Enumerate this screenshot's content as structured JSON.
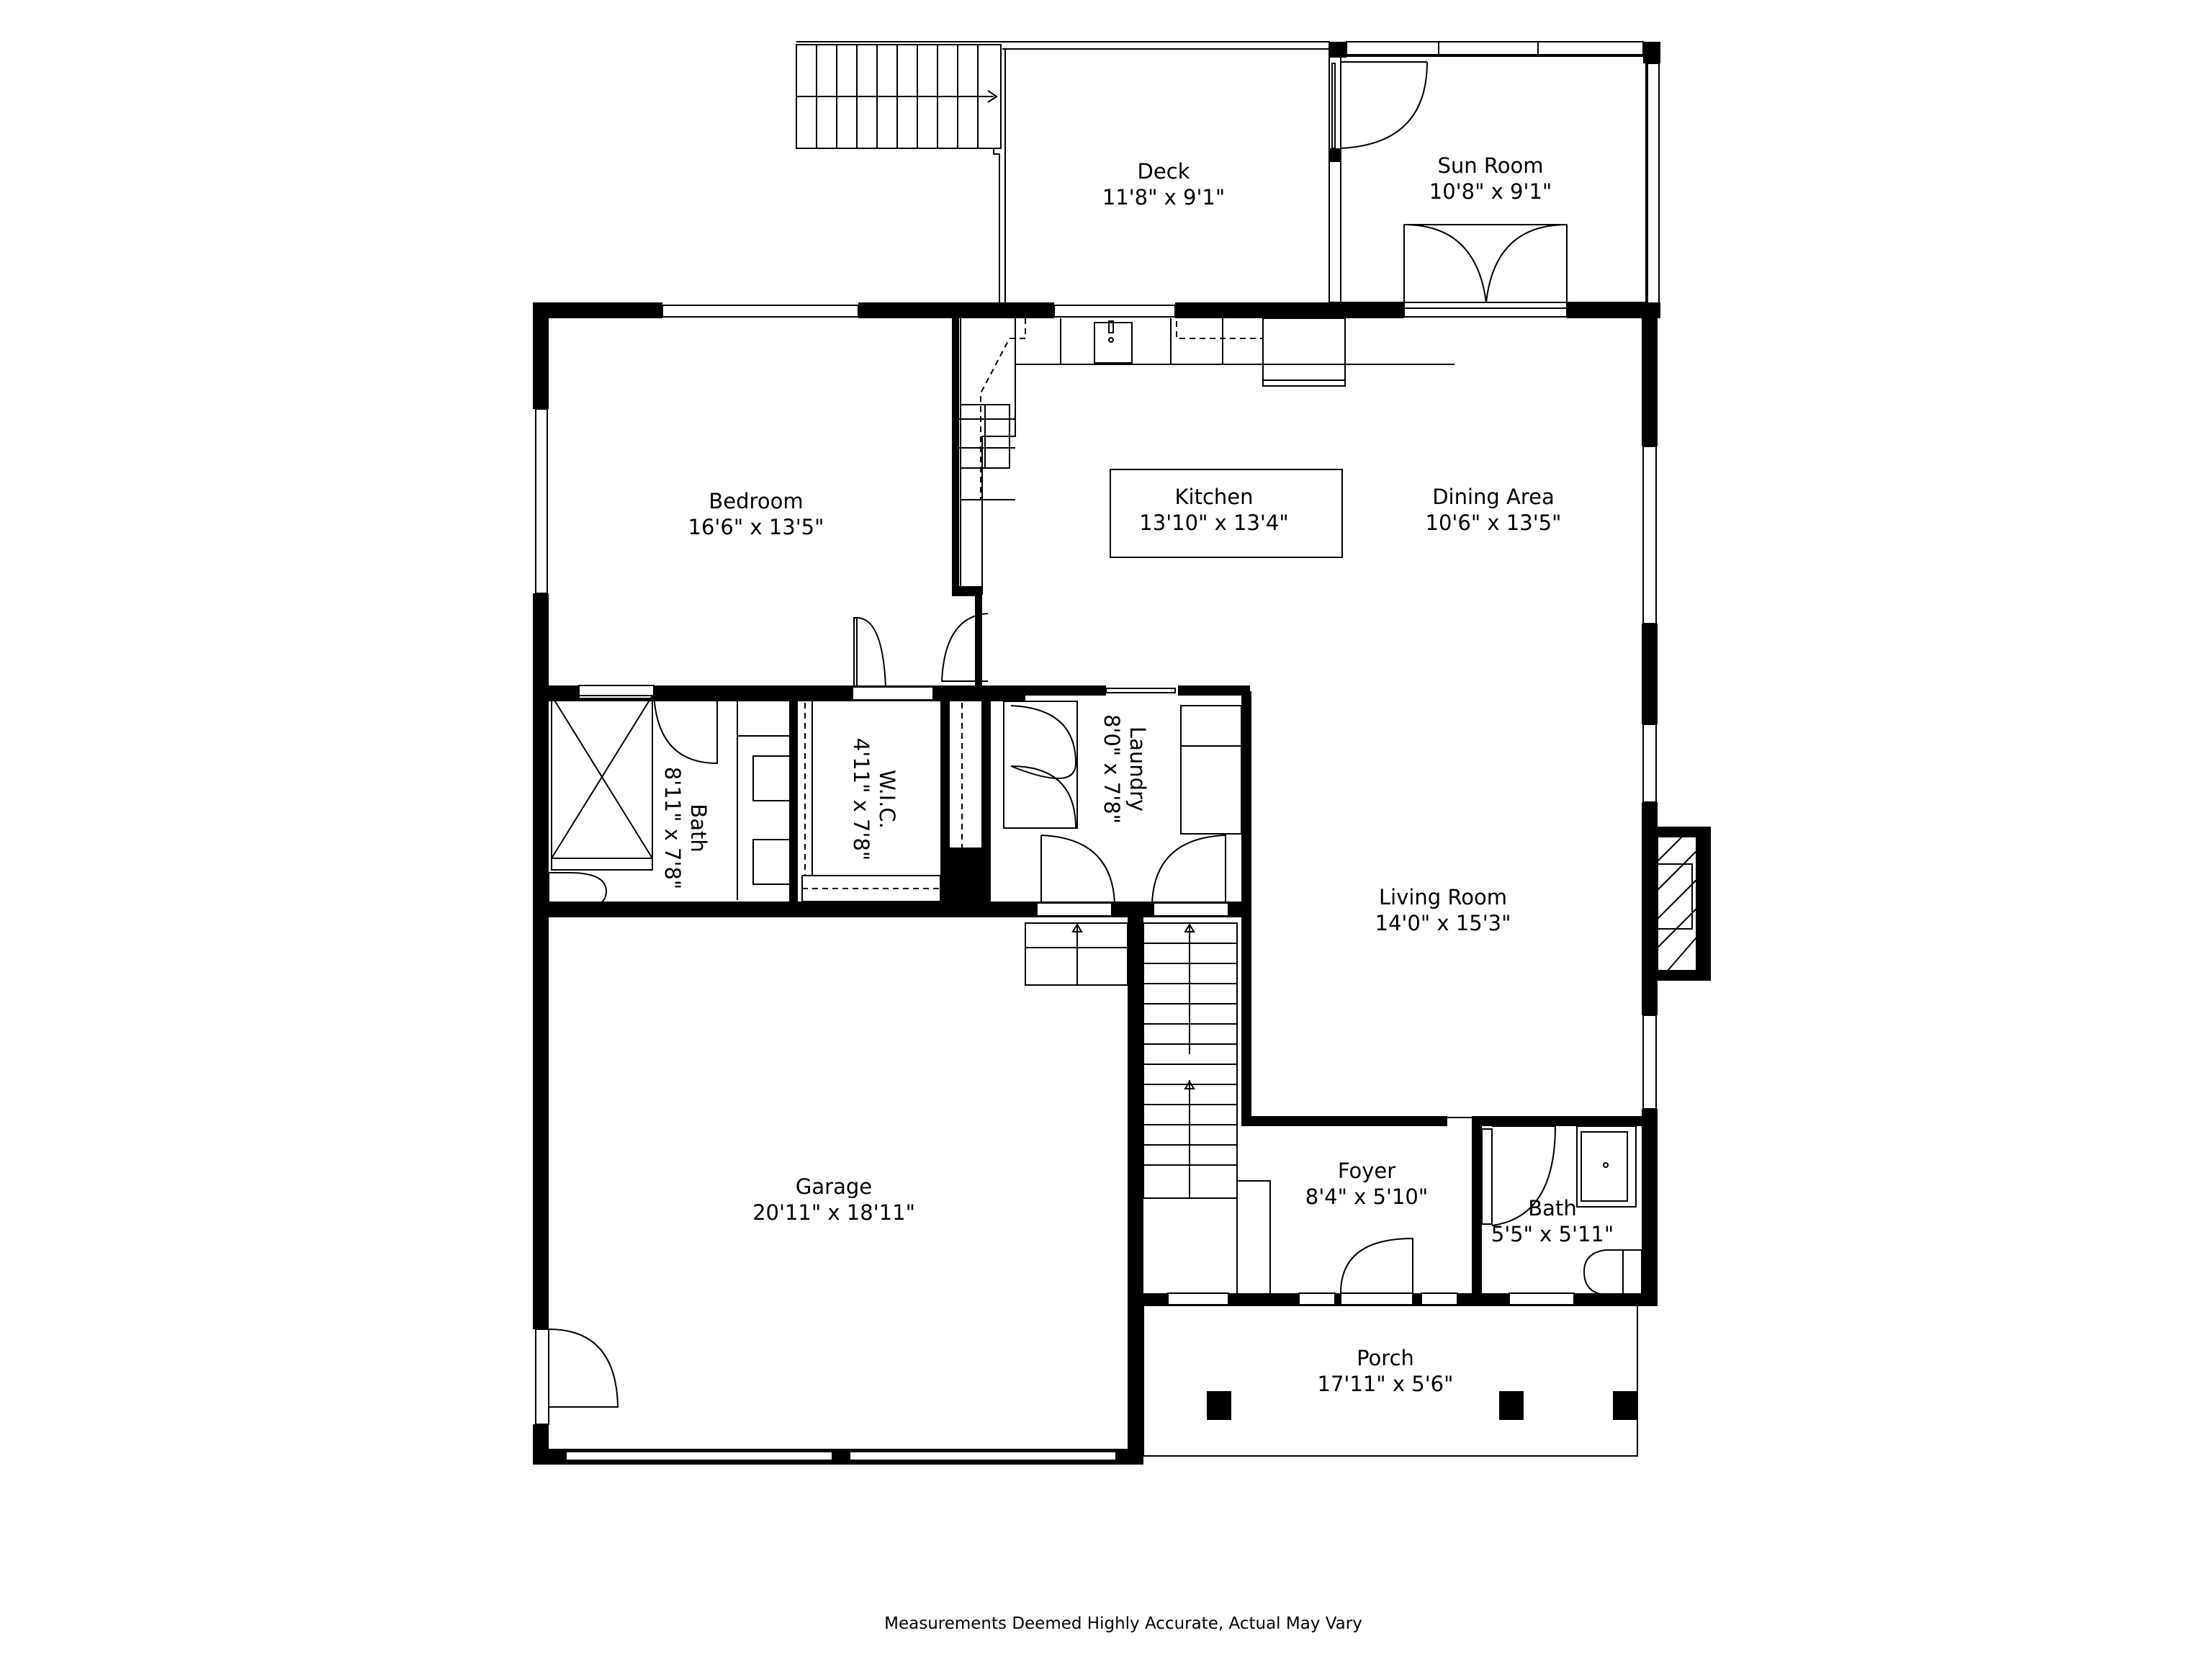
{
  "floor_plan": {
    "rooms": [
      {
        "id": "deck",
        "name": "Deck",
        "dims": "11'8\" x 9'1\""
      },
      {
        "id": "sunroom",
        "name": "Sun Room",
        "dims": "10'8\" x 9'1\""
      },
      {
        "id": "bedroom",
        "name": "Bedroom",
        "dims": "16'6\" x 13'5\""
      },
      {
        "id": "kitchen",
        "name": "Kitchen",
        "dims": "13'10\" x 13'4\""
      },
      {
        "id": "dining",
        "name": "Dining Area",
        "dims": "10'6\" x 13'5\""
      },
      {
        "id": "bath1",
        "name": "Bath",
        "dims": "8'11\" x 7'8\""
      },
      {
        "id": "wic",
        "name": "W.I.C.",
        "dims": "4'11\" x 7'8\""
      },
      {
        "id": "laundry",
        "name": "Laundry",
        "dims": "8'0\" x 7'8\""
      },
      {
        "id": "living",
        "name": "Living Room",
        "dims": "14'0\" x 15'3\""
      },
      {
        "id": "garage",
        "name": "Garage",
        "dims": "20'11\" x 18'11\""
      },
      {
        "id": "foyer",
        "name": "Foyer",
        "dims": "8'4\" x 5'10\""
      },
      {
        "id": "bath2",
        "name": "Bath",
        "dims": "5'5\" x 5'11\""
      },
      {
        "id": "porch",
        "name": "Porch",
        "dims": "17'11\" x 5'6\""
      }
    ],
    "caption": "Measurements Deemed Highly Accurate, Actual May Vary",
    "colors": {
      "wall": "#000000",
      "background": "#ffffff"
    }
  }
}
